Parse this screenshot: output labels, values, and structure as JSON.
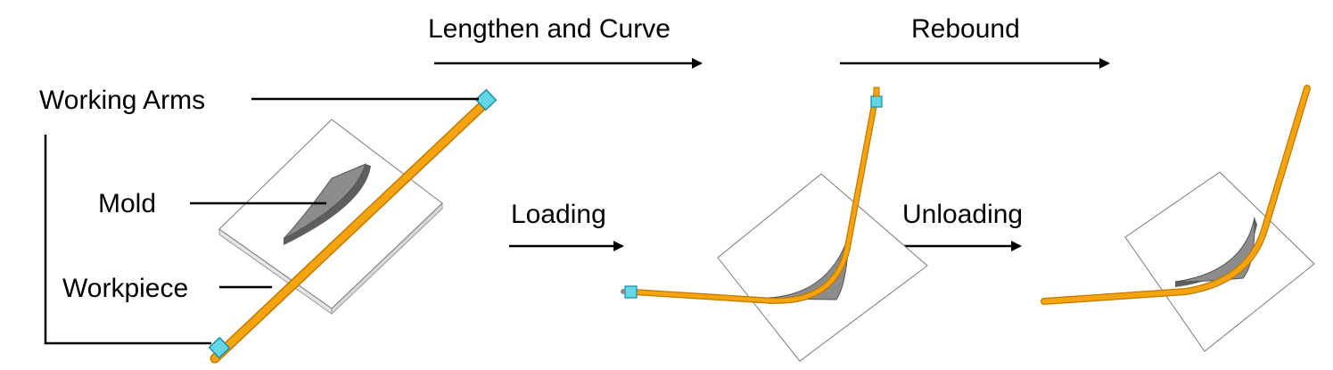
{
  "labels": {
    "working_arms": "Working Arms",
    "mold": "Mold",
    "workpiece": "Workpiece",
    "lengthen_and_curve": "Lengthen and Curve",
    "rebound": "Rebound",
    "loading": "Loading",
    "unloading": "Unloading"
  },
  "colors": {
    "workpiece_fill": "#f5a30f",
    "workpiece_edge": "#c07a00",
    "mold_fill": "#8c8c8c",
    "mold_edge": "#555555",
    "clamp_fill": "#63d6e8",
    "clamp_edge": "#1f8fa3",
    "plate_edge": "#7a7a7a",
    "arrow": "#000000"
  }
}
